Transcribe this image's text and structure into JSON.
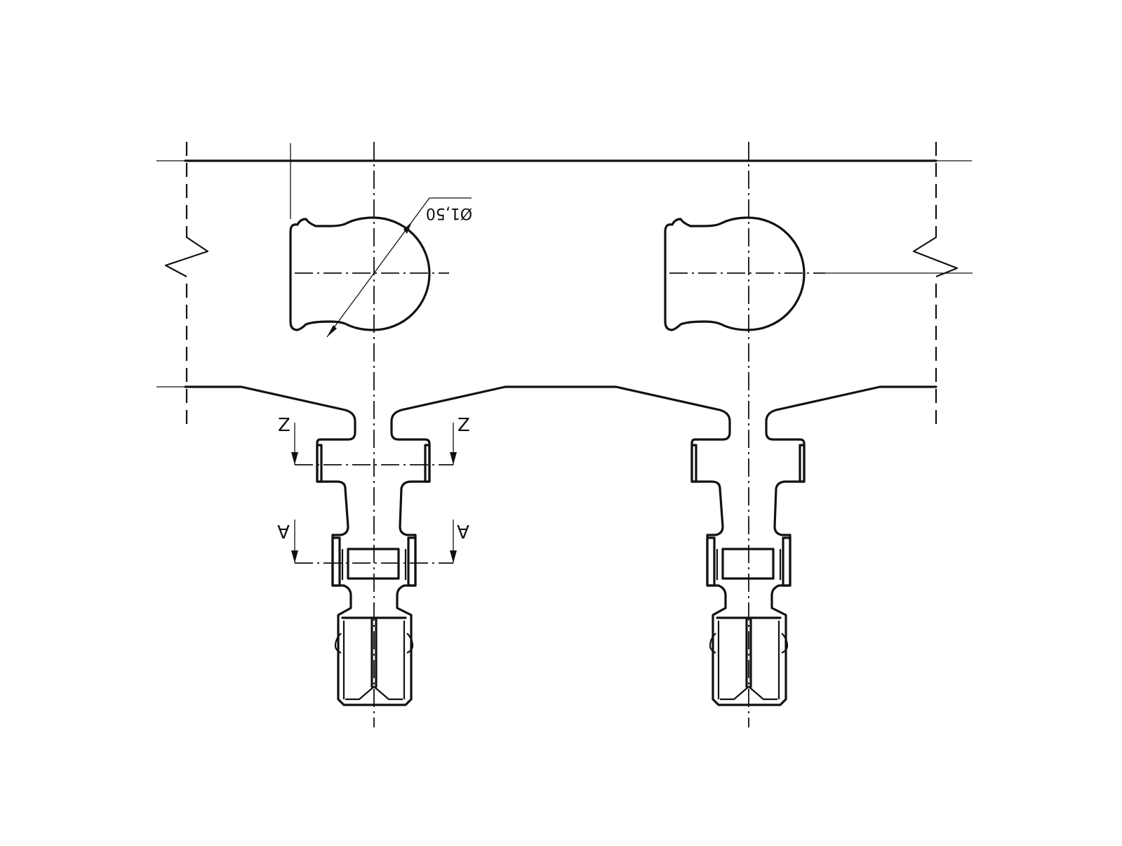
{
  "drawing": {
    "dimension_text": "Ø1,50",
    "section_z": "Z",
    "section_a": "A",
    "colors": {
      "line": "#111111",
      "background": "#ffffff"
    }
  }
}
